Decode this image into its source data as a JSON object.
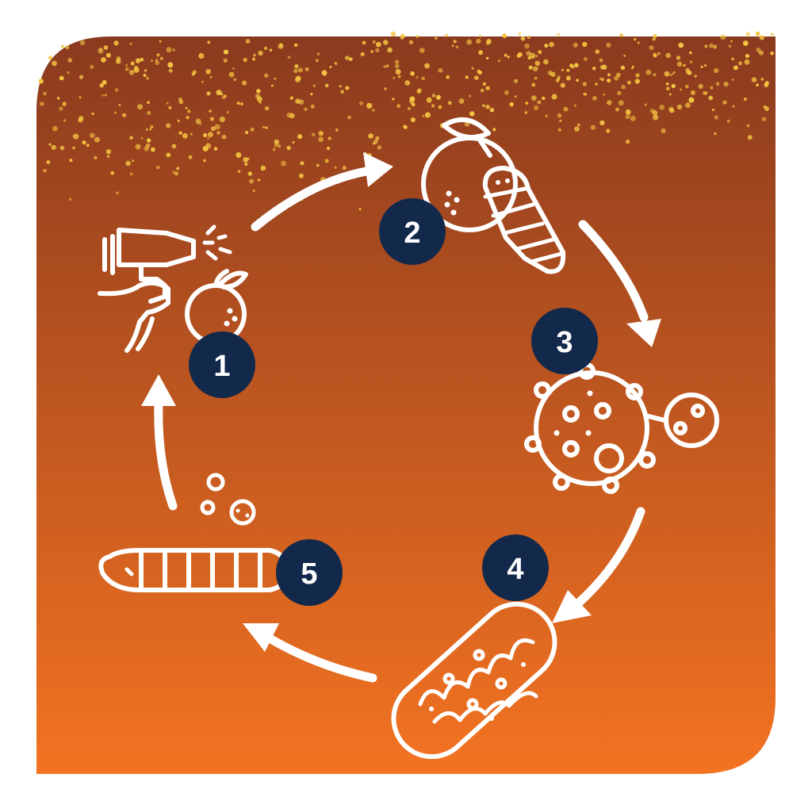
{
  "colors": {
    "background_top": "#8a3a1e",
    "background_bottom": "#f37321",
    "badge": "#13294b",
    "icon": "#ffffff",
    "particles": "#f5c542"
  },
  "steps": [
    {
      "number": "1",
      "icon": "spray-gun-orange-icon"
    },
    {
      "number": "2",
      "icon": "orange-larva-icon"
    },
    {
      "number": "3",
      "icon": "cell-budding-icon"
    },
    {
      "number": "4",
      "icon": "mitochondrion-icon"
    },
    {
      "number": "5",
      "icon": "larva-spores-icon"
    }
  ]
}
